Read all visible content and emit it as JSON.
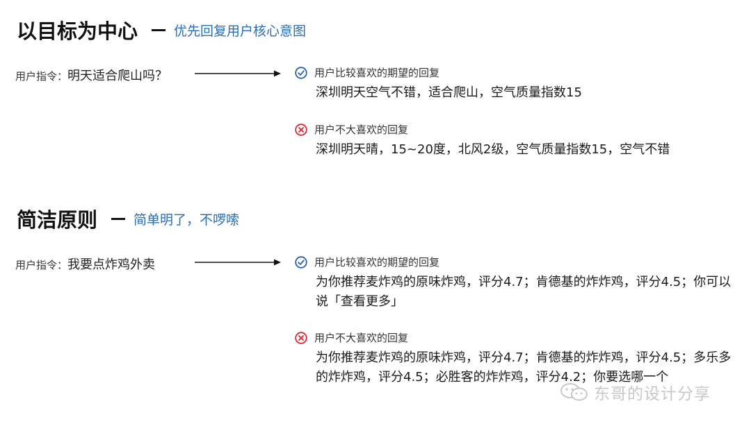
{
  "sections": [
    {
      "title": "以目标为中心",
      "subtitle": "优先回复用户核心意图",
      "instruction_label": "用户指令：",
      "instruction_text": "明天适合爬山吗？",
      "good": {
        "label": "用户比较喜欢的期望的回复",
        "text": "深圳明天空气不错，适合爬山，空气质量指数15"
      },
      "bad": {
        "label": "用户不大喜欢的回复",
        "text": "深圳明天晴，15~20度，北风2级，空气质量指数15，空气不错"
      }
    },
    {
      "title": "简洁原则",
      "subtitle": "简单明了，不啰嗦",
      "instruction_label": "用户指令：",
      "instruction_text": "我要点炸鸡外卖",
      "good": {
        "label": "用户比较喜欢的期望的回复",
        "text": "为你推荐麦炸鸡的原味炸鸡，评分4.7；肯德基的炸炸鸡，评分4.5；你可以说「查看更多」"
      },
      "bad": {
        "label": "用户不大喜欢的回复",
        "text": "为你推荐麦炸鸡的原味炸鸡，评分4.7；肯德基的炸炸鸡，评分4.5；多乐多的炸炸鸡，评分4.5；必胜客的炸炸鸡，评分4.2；你要选哪一个"
      }
    }
  ],
  "colors": {
    "accent_blue": "#2a6db6",
    "check_blue": "#2a5fae",
    "cross_red": "#d9262c"
  },
  "icons": {
    "good": "check-circle-icon",
    "bad": "cross-circle-icon"
  },
  "watermark": {
    "text": "东哥的设计分享",
    "icon": "wechat-icon"
  }
}
